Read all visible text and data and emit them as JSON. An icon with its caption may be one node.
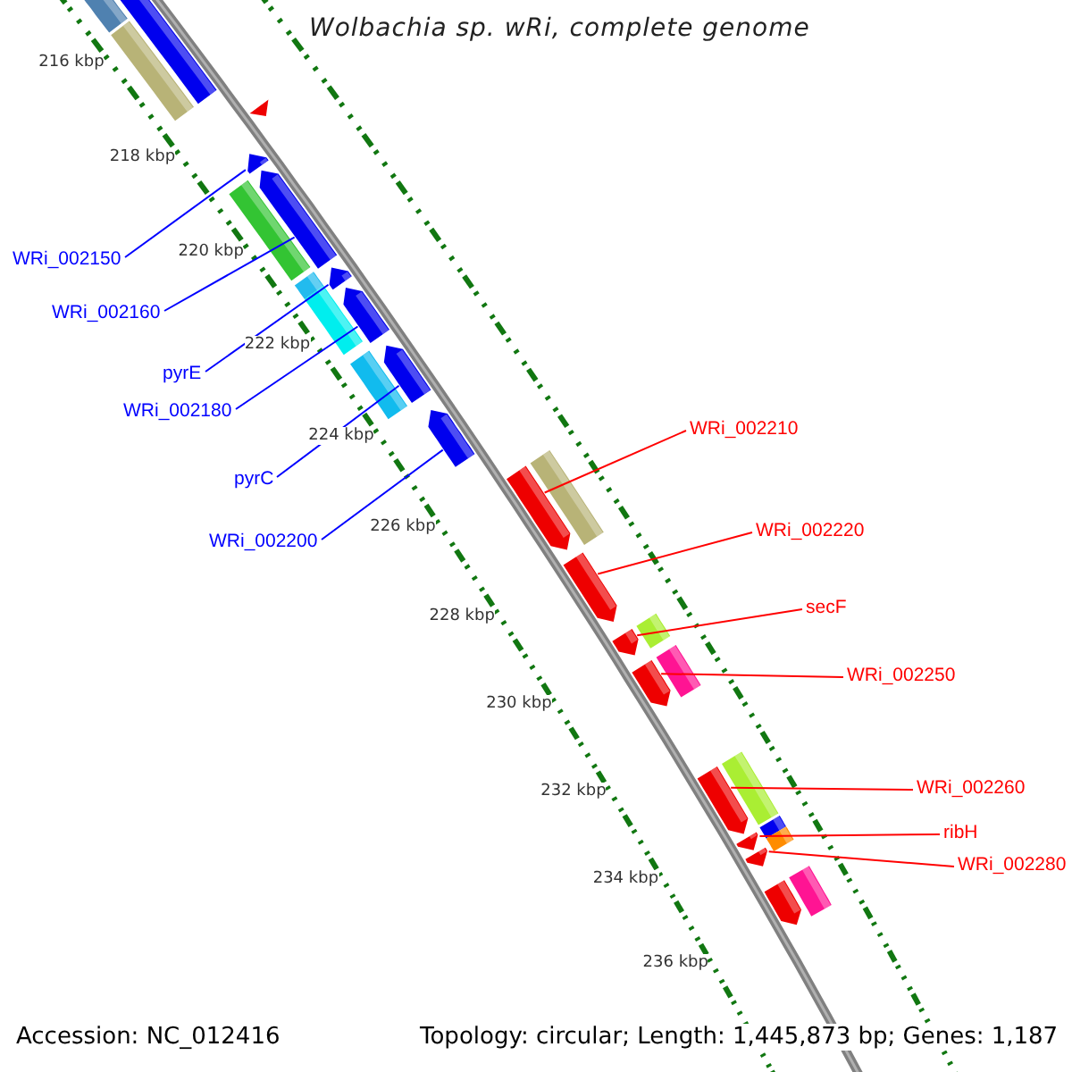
{
  "diagram": {
    "title": "Wolbachia sp. wRi, complete genome",
    "nodes": [
      {
        "text": [
          "WRi_002150"
        ]
      },
      {
        "text": [
          "WRi_002160"
        ]
      },
      {
        "text": [
          "pyrE"
        ]
      },
      {
        "text": [
          "WRi_002180"
        ]
      },
      {
        "text": [
          "pyrC"
        ]
      },
      {
        "text": [
          "WRi_002200"
        ]
      },
      {
        "text": [
          "WRi_002210"
        ]
      },
      {
        "text": [
          "WRi_002220"
        ]
      },
      {
        "text": [
          "secF"
        ]
      },
      {
        "text": [
          "WRi_002250"
        ]
      },
      {
        "text": [
          "WRi_002260"
        ]
      },
      {
        "text": [
          "ribH"
        ]
      },
      {
        "text": [
          "WRi_002280"
        ]
      },
      {
        "text": [],
        "shape": "bar"
      },
      {
        "text": [],
        "shape": "bar"
      },
      {
        "text": [],
        "shape": "bar"
      },
      {
        "text": [],
        "shape": "bar"
      },
      {
        "text": [],
        "shape": "bar"
      },
      {
        "text": [],
        "shape": "bar"
      },
      {
        "text": [],
        "shape": "bar"
      },
      {
        "text": [],
        "shape": "bar"
      },
      {
        "text": [],
        "shape": "bar"
      },
      {
        "text": [],
        "shape": "bar"
      },
      {
        "text": [],
        "shape": "bar"
      },
      {
        "text": [],
        "shape": "bar"
      },
      {
        "text": [],
        "shape": "bar"
      },
      {
        "text": [],
        "shape": "bar"
      },
      {
        "text": [],
        "shape": "bar"
      },
      {
        "text": [],
        "shape": "bar"
      },
      {
        "text": [],
        "shape": "bar"
      },
      {
        "text": [],
        "shape": "bar"
      },
      {
        "text": [],
        "shape": "bar"
      },
      {
        "text": [],
        "shape": "bar"
      },
      {
        "text": [],
        "shape": "bar"
      },
      {
        "text": [],
        "shape": "bar"
      },
      {
        "text": [],
        "shape": "bar"
      },
      {
        "text": [],
        "shape": "bar"
      },
      {
        "text": [],
        "shape": "bar"
      },
      {
        "text": [],
        "shape": "bar"
      },
      {
        "text": [],
        "shape": "bar"
      },
      {
        "text": [],
        "shape": "bar"
      },
      {
        "text": [],
        "shape": "bar"
      }
    ],
    "edges": [
      {
        "from": 0,
        "to": 13,
        "arrow": "none",
        "color": "#0000ff"
      },
      {
        "from": 1,
        "to": 14,
        "arrow": "none",
        "color": "#0000ff"
      },
      {
        "from": 2,
        "to": 15,
        "arrow": "none",
        "color": "#0000ff"
      },
      {
        "from": 3,
        "to": 16,
        "arrow": "none",
        "color": "#0000ff"
      },
      {
        "from": 4,
        "to": 17,
        "arrow": "none",
        "color": "#0000ff"
      },
      {
        "from": 5,
        "to": 18,
        "arrow": "none",
        "color": "#0000ff"
      },
      {
        "from": 6,
        "to": 19,
        "arrow": "none"
      },
      {
        "from": 7,
        "to": 20,
        "arrow": "none"
      },
      {
        "from": 8,
        "to": 21,
        "arrow": "none"
      },
      {
        "from": 9,
        "to": 22,
        "arrow": "none"
      },
      {
        "from": 10,
        "to": 23,
        "arrow": "none"
      },
      {
        "from": 11,
        "to": 24,
        "arrow": "none"
      },
      {
        "from": 12,
        "to": 25,
        "arrow": "none"
      }
    ],
    "labels": [
      "216 kbp",
      "218 kbp",
      "220 kbp",
      "222 kbp",
      "224 kbp",
      "226 kbp",
      "228 kbp",
      "230 kbp",
      "232 kbp",
      "234 kbp",
      "236 kbp",
      "Accession: NC_012416",
      "Topology: circular; Length: 1,445,873 bp; Genes: 1,187"
    ]
  }
}
